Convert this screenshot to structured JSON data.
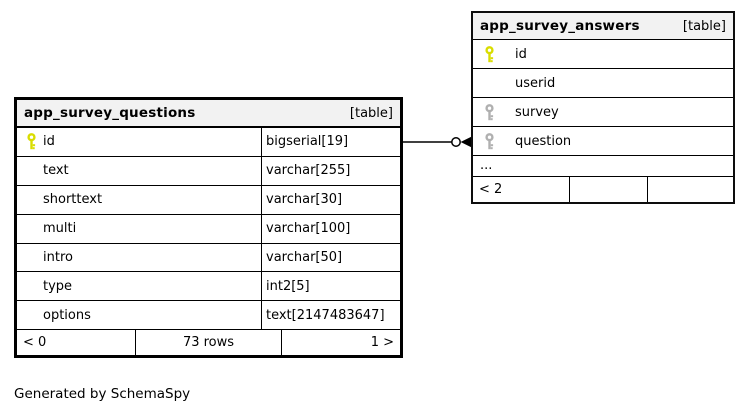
{
  "credit": "Generated by SchemaSpy",
  "colors": {
    "background": "#ffffff",
    "table_header_bg": "#f2f2f2",
    "border": "#000000",
    "primary_key_icon": "#d9dd00",
    "foreign_key_icon": "#b0b0b0"
  },
  "tables": [
    {
      "title": "app_survey_questions",
      "badge": "[table]",
      "columns": [
        {
          "name": "id",
          "type": "bigserial[19]",
          "key": "primary"
        },
        {
          "name": "text",
          "type": "varchar[255]",
          "key": "none"
        },
        {
          "name": "shorttext",
          "type": "varchar[30]",
          "key": "none"
        },
        {
          "name": "multi",
          "type": "varchar[100]",
          "key": "none"
        },
        {
          "name": "intro",
          "type": "varchar[50]",
          "key": "none"
        },
        {
          "name": "type",
          "type": "int2[5]",
          "key": "none"
        },
        {
          "name": "options",
          "type": "text[2147483647]",
          "key": "none"
        }
      ],
      "footer": {
        "left": "< 0",
        "center": "73 rows",
        "right": "1 >"
      }
    },
    {
      "title": "app_survey_answers",
      "badge": "[table]",
      "columns": [
        {
          "name": "id",
          "key": "primary"
        },
        {
          "name": "userid",
          "key": "none"
        },
        {
          "name": "survey",
          "key": "foreign"
        },
        {
          "name": "question",
          "key": "foreign"
        }
      ],
      "ellipsis": "...",
      "footer": {
        "left": "< 2",
        "center": "",
        "right": ""
      }
    }
  ],
  "relationship": {
    "from_table": "app_survey_questions",
    "from_column": "id",
    "to_table": "app_survey_answers",
    "to_column": "question",
    "end_glyphs": "open-circle, filled-arrowhead"
  }
}
